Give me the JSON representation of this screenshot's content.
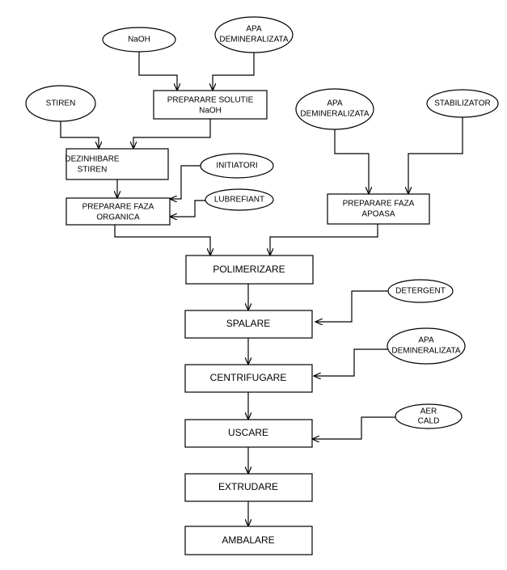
{
  "inputs": {
    "naoh": [
      "NaOH"
    ],
    "apa1": [
      "APA",
      "DEMINERALIZATA"
    ],
    "stiren": [
      "STIREN"
    ],
    "apa2": [
      "APA",
      "DEMINERALIZATA"
    ],
    "stabilizator": [
      "STABILIZATOR"
    ],
    "initiatori": [
      "INITIATORI"
    ],
    "lubrefiant": [
      "LUBREFIANT"
    ],
    "detergent": [
      "DETERGENT"
    ],
    "apa3": [
      "APA",
      "DEMINERALIZATA"
    ],
    "aer": [
      "AER",
      "CALD"
    ]
  },
  "processes": {
    "prep_naoh": [
      "PREPARARE SOLUTIE",
      "NaOH"
    ],
    "dezinhibare": [
      "DEZINHIBARE",
      "STIREN"
    ],
    "faza_organica": [
      "PREPARARE FAZA",
      "ORGANICA"
    ],
    "faza_apoasa": [
      "PREPARARE FAZA",
      "APOASA"
    ]
  },
  "main": {
    "polimerizare": "POLIMERIZARE",
    "spalare": "SPALARE",
    "centrifugare": "CENTRIFUGARE",
    "uscare": "USCARE",
    "extrudare": "EXTRUDARE",
    "ambalare": "AMBALARE"
  }
}
